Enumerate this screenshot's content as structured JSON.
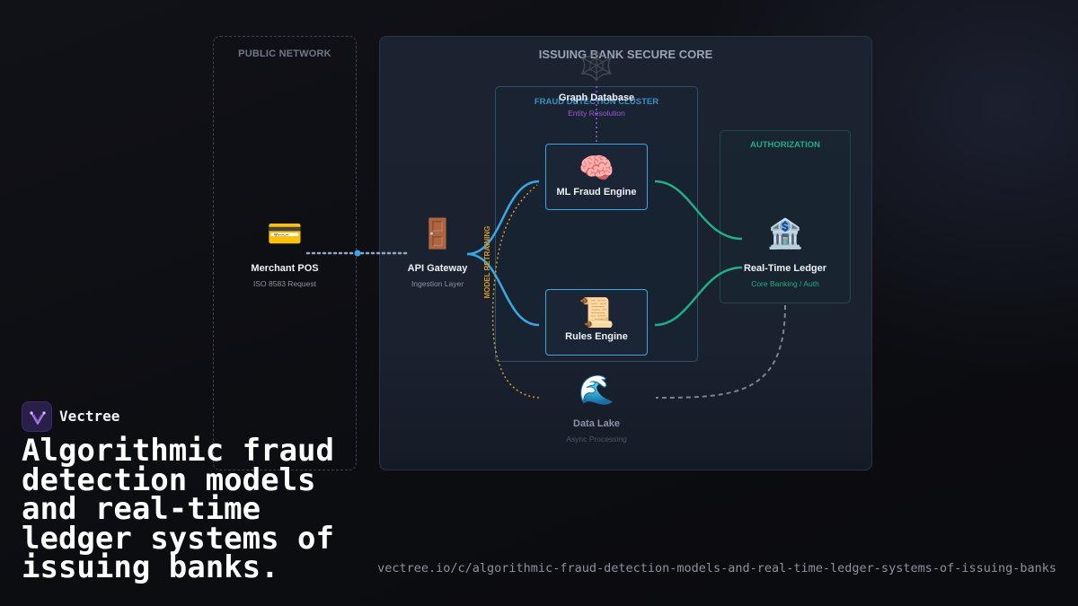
{
  "diagram": {
    "zones": {
      "public_network": "PUBLIC NETWORK",
      "secure_core": "ISSUING BANK SECURE CORE",
      "fraud_cluster": "FRAUD DETECTION CLUSTER",
      "authorization": "AUTHORIZATION"
    },
    "nodes": {
      "merchant_pos": {
        "label": "Merchant POS",
        "sub": "ISO 8583 Request",
        "icon": "💳",
        "icon_name": "credit-card-icon"
      },
      "api_gateway": {
        "label": "API Gateway",
        "sub": "Ingestion Layer",
        "icon": "🚪",
        "icon_name": "door-icon"
      },
      "graph_db": {
        "label": "Graph Database",
        "sub": "Entity Resolution",
        "icon": "🕸️",
        "icon_name": "spider-web-icon"
      },
      "ml_engine": {
        "label": "ML Fraud Engine",
        "icon": "🧠",
        "icon_name": "brain-icon"
      },
      "rules_engine": {
        "label": "Rules Engine",
        "icon": "📜",
        "icon_name": "scroll-icon"
      },
      "ledger": {
        "label": "Real-Time Ledger",
        "sub": "Core Banking / Auth",
        "icon": "🏦",
        "icon_name": "bank-icon"
      },
      "data_lake": {
        "label": "Data Lake",
        "sub": "Async Processing",
        "icon": "🌊",
        "icon_name": "wave-icon"
      }
    },
    "edge_labels": {
      "retraining": "MODEL RETRAINING"
    },
    "colors": {
      "flow_blue": "#3aa6e6",
      "flow_green": "#1fae85",
      "retraining_orange": "#d99a2b",
      "graph_purple": "#9b59d6",
      "async_grey": "#7b8394"
    }
  },
  "brand": {
    "name": "Vectree"
  },
  "headline": "Algorithmic fraud detection models and real-time ledger systems of issuing banks.",
  "url": "vectree.io/c/algorithmic-fraud-detection-models-and-real-time-ledger-systems-of-issuing-banks"
}
